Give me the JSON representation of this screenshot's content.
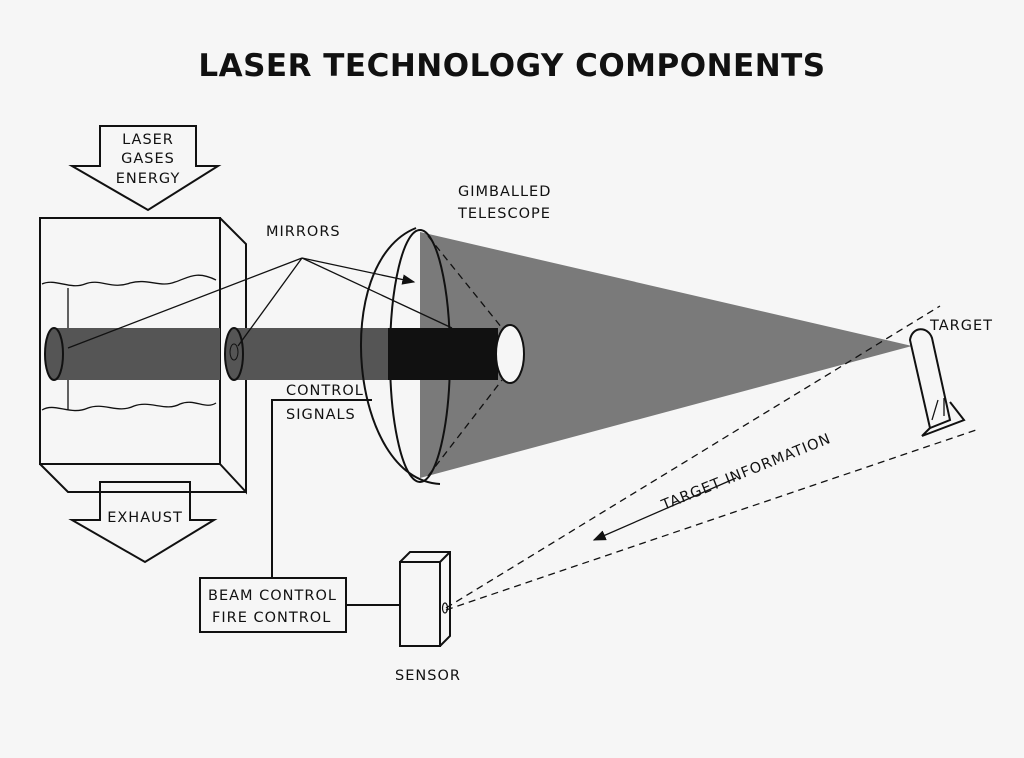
{
  "title": "LASER TECHNOLOGY COMPONENTS",
  "labels": {
    "input_arrow": [
      "LASER",
      "GASES",
      "ENERGY"
    ],
    "exhaust": "EXHAUST",
    "mirrors": "MIRRORS",
    "telescope": [
      "GIMBALLED",
      "TELESCOPE"
    ],
    "target": "TARGET",
    "control_signals": [
      "CONTROL",
      "SIGNALS"
    ],
    "target_information": "TARGET INFORMATION",
    "beam_fire_control": [
      "BEAM CONTROL",
      "FIRE CONTROL"
    ],
    "sensor": "SENSOR"
  },
  "colors": {
    "background": "#f6f6f6",
    "ink": "#111111",
    "beam": "#555555",
    "cone": "#7a7a7a"
  }
}
